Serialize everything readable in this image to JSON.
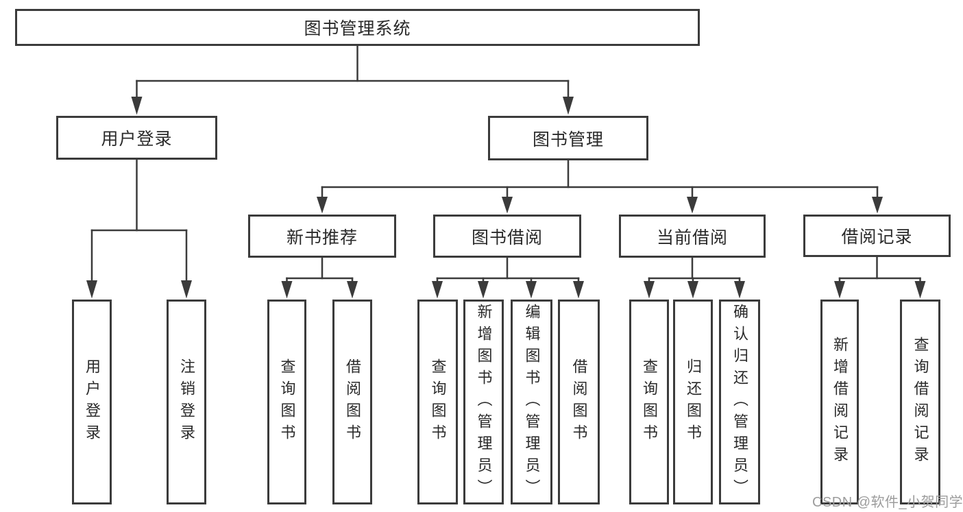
{
  "tree": {
    "label": "图书管理系统",
    "children": [
      {
        "label": "用户登录",
        "children": [
          {
            "label": "用户登录"
          },
          {
            "label": "注销登录"
          }
        ]
      },
      {
        "label": "图书管理",
        "children": [
          {
            "label": "新书推荐",
            "children": [
              {
                "label": "查询图书"
              },
              {
                "label": "借阅图书"
              }
            ]
          },
          {
            "label": "图书借阅",
            "children": [
              {
                "label": "查询图书"
              },
              {
                "label": "新增图书（管理员）"
              },
              {
                "label": "编辑图书（管理员）"
              },
              {
                "label": "借阅图书"
              }
            ]
          },
          {
            "label": "当前借阅",
            "children": [
              {
                "label": "查询图书"
              },
              {
                "label": "归还图书"
              },
              {
                "label": "确认归还（管理员）"
              }
            ]
          },
          {
            "label": "借阅记录",
            "children": [
              {
                "label": "新增借阅记录"
              },
              {
                "label": "查询借阅记录"
              }
            ]
          }
        ]
      }
    ]
  },
  "watermark": {
    "text": "CSDN @软件_小贺同学"
  },
  "colors": {
    "line": "#3b3b3b",
    "box_border": "#3b3b3b",
    "text": "#2a2a2a",
    "watermark": "#9c9c9c",
    "background": "#ffffff"
  }
}
